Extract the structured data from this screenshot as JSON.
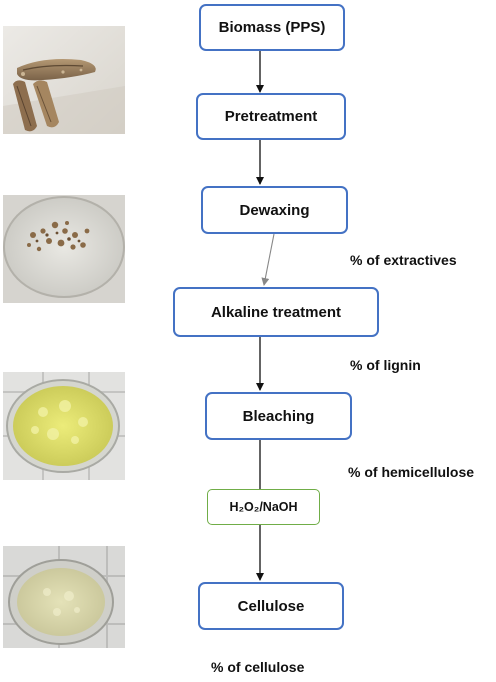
{
  "steps": {
    "biomass": "Biomass (PPS)",
    "pretreatment": "Pretreatment",
    "dewaxing": "Dewaxing",
    "alkaline": "Alkaline treatment",
    "bleaching": "Bleaching",
    "reagent": "H₂O₂/NaOH",
    "cellulose": "Cellulose"
  },
  "notes": {
    "extractives": "% of extractives",
    "lignin": "% of lignin",
    "hemicellulose": "% of hemicellulose",
    "cellulose": "% of cellulose"
  },
  "colors": {
    "box_border": "#4472c4",
    "reagent_border": "#70ad47",
    "arrow": "#111111",
    "arrow_light": "#888888"
  }
}
